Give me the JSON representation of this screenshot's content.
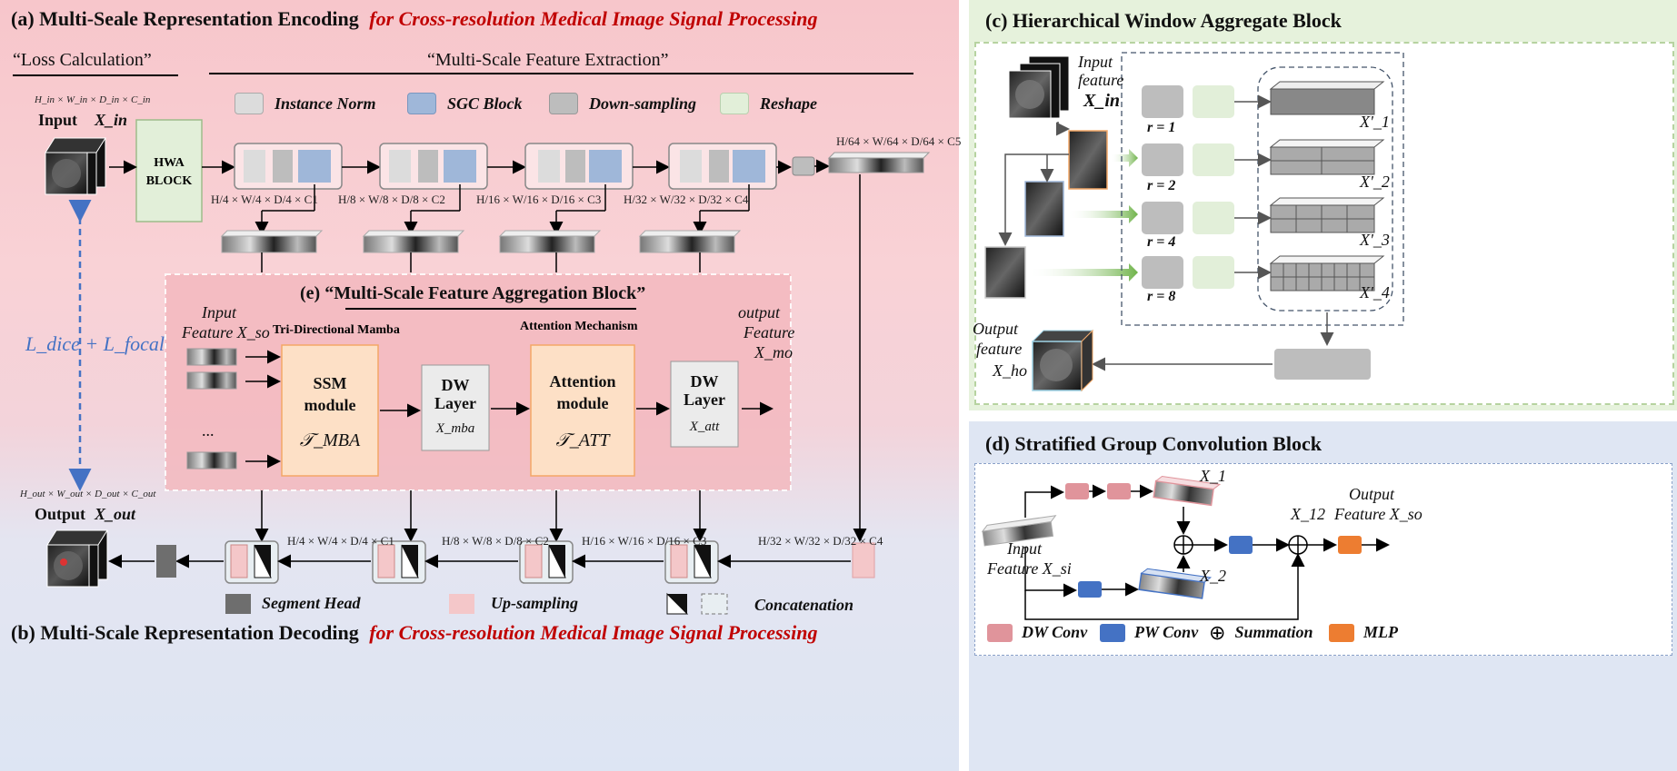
{
  "panel_a": {
    "title": "(a) Multi-Seale Representation Encoding",
    "subtitle": "for Cross-resolution Medical Image Signal Processing",
    "loss_header": "“Loss Calculation”",
    "mse_header": "“Multi-Scale Feature Extraction”",
    "legend": [
      {
        "label": "Instance Norm",
        "color": "#dcdcdc"
      },
      {
        "label": "SGC Block",
        "color": "#9fb7d9"
      },
      {
        "label": "Down-sampling",
        "color": "#bdbdbd"
      },
      {
        "label": "Reshape",
        "color": "#e2efd9"
      }
    ],
    "input_dims": "H_in × W_in × D_in × C_in",
    "input_label": "Input",
    "input_symbol": "X_in",
    "hwa_block": "HWA\nBLOCK",
    "stage_dims": [
      "H/4 × W/4 × D/4 × C1",
      "H/8 × W/8 × D/8 × C2",
      "H/16 × W/16 × D/16 × C3",
      "H/32 × W/32 × D/32 × C4"
    ],
    "bottleneck_dims": "H/64 × W/64 × D/64 × C5",
    "loss_formula": "L_dice + L_focal",
    "output_dims": "H_out × W_out × D_out × C_out",
    "output_label": "Output",
    "output_symbol": "X_out"
  },
  "panel_e": {
    "title": "(e) “Multi-Scale Feature Aggregation Block”",
    "input_label": "Input",
    "input_feature": "Feature X_so",
    "tri_mamba": "Tri-Directional Mamba",
    "attention_mech": "Attention Mechanism",
    "output_label_1": "output",
    "output_label_2": "Feature",
    "output_symbol": "X_mo",
    "ssm_1": "SSM",
    "ssm_2": "module",
    "ssm_sym": "𝒯_MBA",
    "dw1_1": "DW",
    "dw1_2": "Layer",
    "dw1_sym": "X_mba",
    "att_1": "Attention",
    "att_2": "module",
    "att_sym": "𝒯_ATT",
    "dw2_1": "DW",
    "dw2_2": "Layer",
    "dw2_sym": "X_att",
    "ellipsis": "..."
  },
  "panel_b": {
    "title": "(b) Multi-Scale Representation Decoding",
    "subtitle": "for Cross-resolution Medical Image Signal Processing",
    "dec_dims": [
      "H/4 × W/4 × D/4 × C1",
      "H/8 × W/8 × D/8 × C2",
      "H/16 × W/16 × D/16 × C3",
      "H/32 × W/32 × D/32 × C4"
    ],
    "legend": [
      {
        "label": "Segment Head",
        "color": "#6e6e6e"
      },
      {
        "label": "Up-sampling",
        "color": "#f4c7c9"
      },
      {
        "label": "Concatenation",
        "color": "#e8eef2"
      }
    ]
  },
  "panel_c": {
    "title": "(c) Hierarchical Window Aggregate Block",
    "input_1": "Input",
    "input_2": "feature",
    "input_sym": "X_in",
    "rates": [
      "r = 1",
      "r = 2",
      "r = 4",
      "r = 8"
    ],
    "outputs": [
      "X'_1",
      "X'_2",
      "X'_3",
      "X'_4"
    ],
    "output_1": "Output",
    "output_2": "feature",
    "output_sym": "X_ho"
  },
  "panel_d": {
    "title": "(d) Stratified Group Convolution Block",
    "input_1": "Input",
    "input_2": "Feature X_si",
    "x1": "X_1",
    "x2": "X_2",
    "x12": "X_12",
    "output_1": "Output",
    "output_2": "Feature X_so",
    "legend": [
      {
        "label": "DW Conv",
        "color": "#e0949b"
      },
      {
        "label": "PW Conv",
        "color": "#4472c4"
      },
      {
        "label": "Summation",
        "color": "#000000"
      },
      {
        "label": "MLP",
        "color": "#ed7d31"
      }
    ]
  },
  "colors": {
    "panel_a_bg": "#f7c9cd",
    "panel_b_bg": "#dfe6f3",
    "panel_c_bg": "#e8f3e0",
    "panel_d_bg": "#dfe6f3",
    "accent_red": "#c00000",
    "loss_blue": "#4472c4"
  }
}
